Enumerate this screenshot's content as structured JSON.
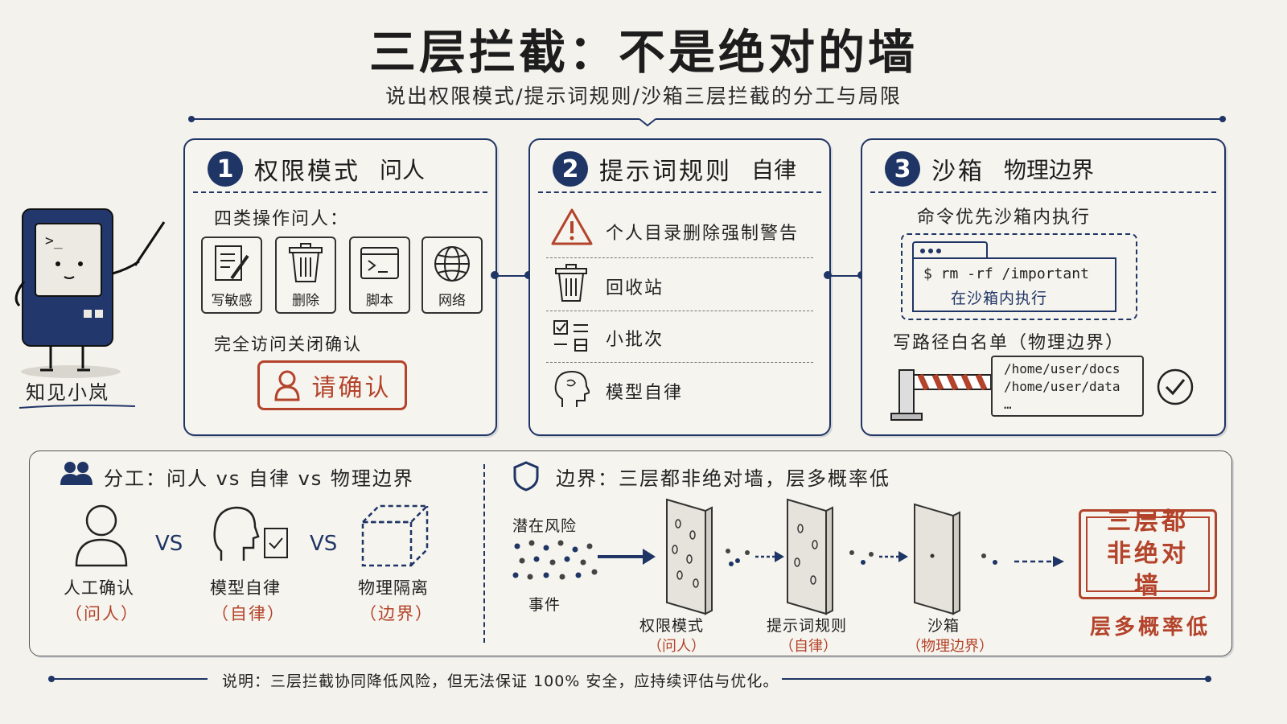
{
  "title": "三层拦截：不是绝对的墙",
  "subtitle": "说出权限模式/提示词规则/沙箱三层拦截的分工与局限",
  "mascot": {
    "name": "知见小岚"
  },
  "panel1": {
    "num": "1",
    "title": "权限模式",
    "sub": "问人",
    "intro": "四类操作问人：",
    "ops": [
      {
        "label": "写敏感",
        "icon": "edit-document-icon"
      },
      {
        "label": "删除",
        "icon": "trash-icon"
      },
      {
        "label": "脚本",
        "icon": "terminal-icon"
      },
      {
        "label": "网络",
        "icon": "globe-icon"
      }
    ],
    "note": "完全访问关闭确认",
    "button": "请确认"
  },
  "panel2": {
    "num": "2",
    "title": "提示词规则",
    "sub": "自律",
    "items": [
      {
        "label": "个人目录删除强制警告",
        "icon": "warning-icon"
      },
      {
        "label": "回收站",
        "icon": "trash-icon"
      },
      {
        "label": "小批次",
        "icon": "checklist-icon"
      },
      {
        "label": "模型自律",
        "icon": "head-icon"
      }
    ]
  },
  "panel3": {
    "num": "3",
    "title": "沙箱",
    "sub": "物理边界",
    "intro": "命令优先沙箱内执行",
    "cmd": "$ rm -rf /important",
    "cmd_note": "在沙箱内执行",
    "whitelist_label": "写路径白名单（物理边界）",
    "paths": [
      "/home/user/docs",
      "/home/user/data",
      "…"
    ]
  },
  "division": {
    "header": "分工：问人 vs 自律 vs 物理边界",
    "vs": "VS",
    "items": [
      {
        "label": "人工确认",
        "tag": "（问人）"
      },
      {
        "label": "模型自律",
        "tag": "（自律）"
      },
      {
        "label": "物理隔离",
        "tag": "（边界）"
      }
    ]
  },
  "boundary": {
    "header": "边界：三层都非绝对墙，层多概率低",
    "risk_label": "潜在风险",
    "event_label": "事件",
    "walls": [
      {
        "label": "权限模式",
        "tag": "（问人）"
      },
      {
        "label": "提示词规则",
        "tag": "（自律）"
      },
      {
        "label": "沙箱",
        "tag": "（物理边界）"
      }
    ],
    "stamp": "三层都非绝对墙",
    "conclusion": "层多概率低"
  },
  "footer": "说明：三层拦截协同降低风险，但无法保证 100% 安全，应持续评估与优化。",
  "colors": {
    "navy": "#1f3566",
    "red": "#b3432a",
    "paper": "#f4f2ec"
  }
}
